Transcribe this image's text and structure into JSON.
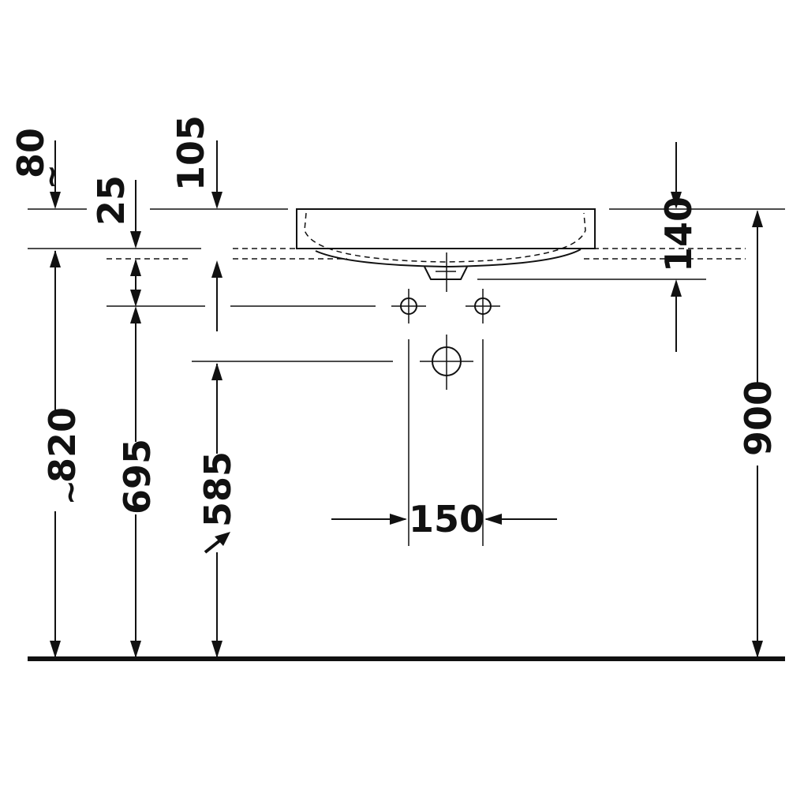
{
  "dimensions": {
    "d80": "80",
    "d80_prefix": "~",
    "d105": "105",
    "d25": "25",
    "d140": "140",
    "d820": "820",
    "d820_prefix": "~",
    "d695": "695",
    "d585": "585",
    "d900": "900",
    "d150": "150"
  }
}
